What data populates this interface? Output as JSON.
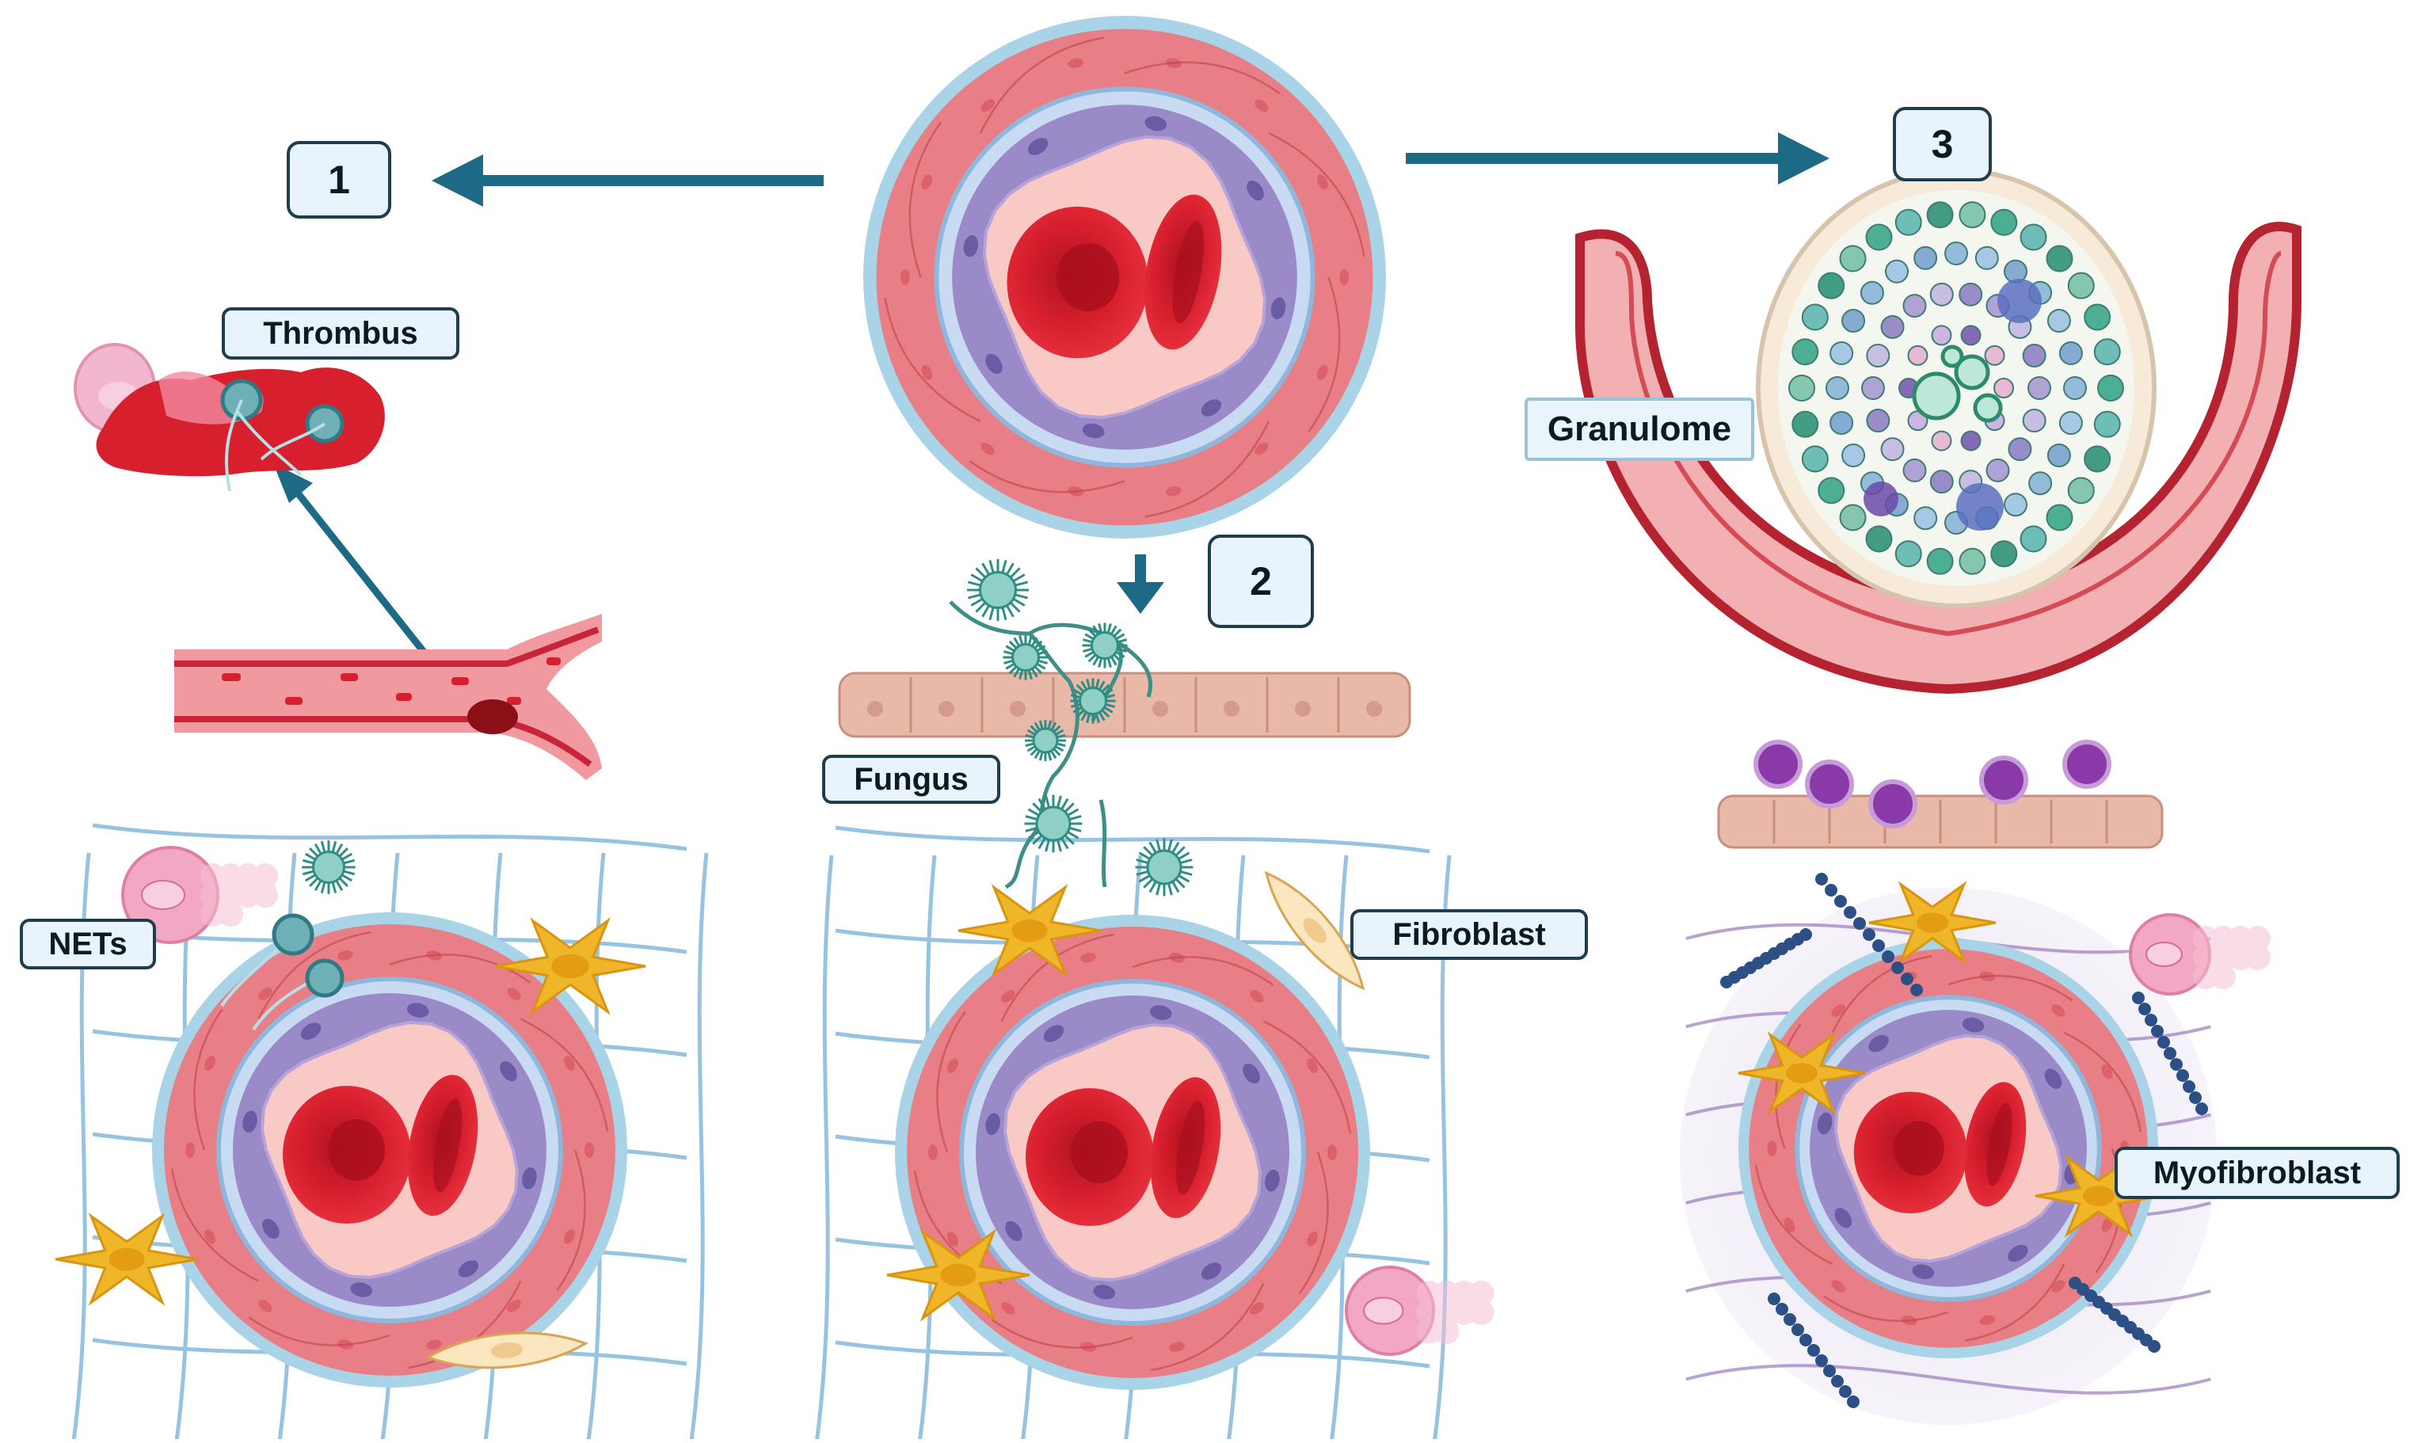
{
  "steps": {
    "step1": "1",
    "step2": "2",
    "step3": "3"
  },
  "labels": {
    "thrombus": "Thrombus",
    "nets": "NETs",
    "fungus": "Fungus",
    "fibroblast": "Fibroblast",
    "granulome": "Granulome",
    "myofibroblast": "Myofibroblast"
  },
  "colors": {
    "arrow": "#1c6a86",
    "vessel_wall": "#e87f86",
    "vessel_outer": "#a9d3e6",
    "lumen": "#f9c9c6",
    "rbc": "#d9202f",
    "endothelium": "#9a8ac7",
    "fibroblast": "#f0b62a",
    "neutrophil": "#f2a8c4",
    "fungus": "#5fb3a8",
    "epithelium": "#e8b8a8",
    "matrix": "#7db5db"
  }
}
